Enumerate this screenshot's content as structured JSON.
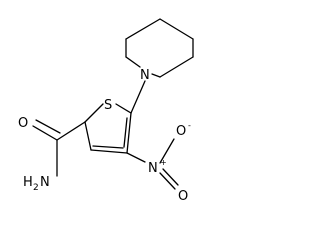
{
  "molecule": {
    "atoms": {
      "sulfur": "S",
      "piperidine_nitrogen": "N",
      "nitro_nitrogen": "N",
      "nitro_charge_plus": "+",
      "nitro_oxygen_top": "O",
      "nitro_oxygen_bottom": "O",
      "nitro_charge_minus": "-",
      "carbonyl_oxygen": "O",
      "amide_h": "H",
      "amide_h_count": "2",
      "amide_n": "N"
    }
  }
}
